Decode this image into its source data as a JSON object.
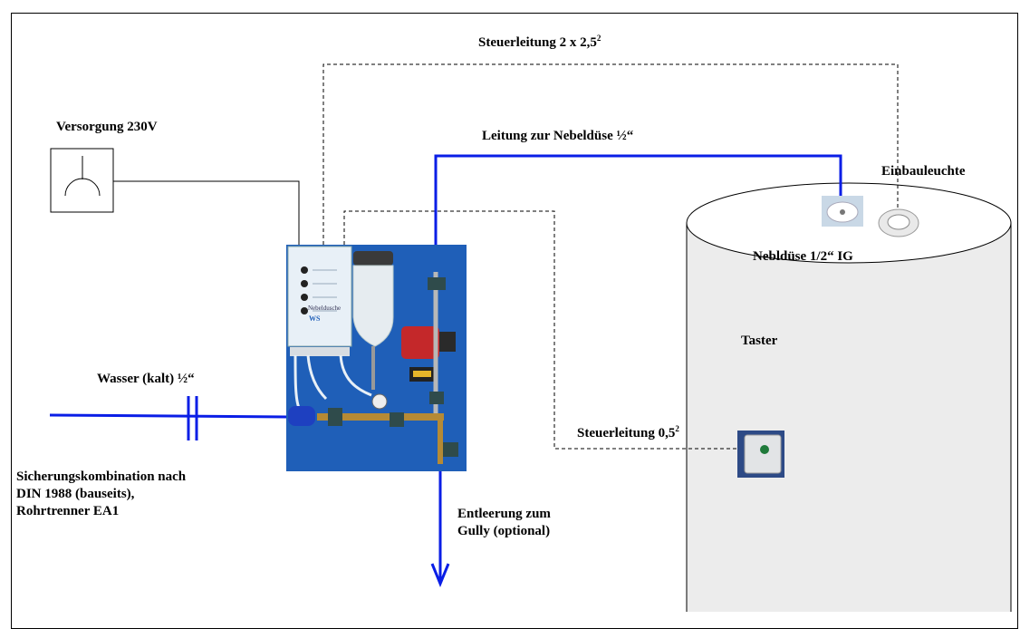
{
  "labels": {
    "control_line_main": "Steuerleitung 2 x 2,5",
    "control_line_main_sup": "2",
    "supply": "Versorgung 230V",
    "nozzle_line": "Leitung zur Nebeldüse ½“",
    "recessed_light": "Einbauleuchte",
    "nozzle": "Nebldüse 1/2“ IG",
    "button": "Taster",
    "water": "Wasser (kalt) ½“",
    "control_line_small": "Steuerleitung 0,5",
    "control_line_small_sup": "2",
    "safety_line1": "Sicherungskombination nach",
    "safety_line2": "DIN 1988 (bauseits),",
    "safety_line3": "Rohrtrenner EA1",
    "drain_line1": "Entleerung zum",
    "drain_line2": "Gully (optional)",
    "panel_title": "Nebeldusche",
    "panel_logo": "WS"
  },
  "colors": {
    "pipe": "#0a1ee6",
    "cabin_fill": "#ececec",
    "panel_blue": "#1f5fb8",
    "control_box": "#e8f0f7"
  }
}
